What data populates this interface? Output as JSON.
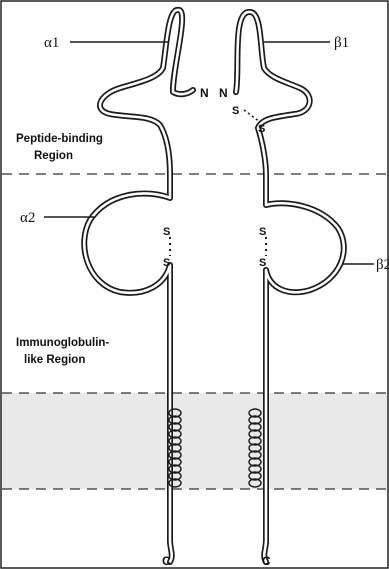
{
  "labels": {
    "alpha1": "α1",
    "beta1": "β1",
    "alpha2": "α2",
    "beta2": "β2"
  },
  "regions": {
    "peptide_line1": "Peptide-binding",
    "peptide_line2": "Region",
    "immuno_line1": "Immunoglobulin-",
    "immuno_line2": "like Region"
  },
  "termini": {
    "n_left": "N",
    "n_right": "N",
    "c_left": "C",
    "c_right": "C"
  },
  "disulfide": {
    "s_top_left": "S",
    "s_top_right": "S",
    "s_a2_top": "S",
    "s_a2_bottom": "S",
    "s_b2_top": "S",
    "s_b2_bottom": "S"
  },
  "colors": {
    "membrane": "#e9e9e9",
    "line": "#1a1a1a"
  }
}
